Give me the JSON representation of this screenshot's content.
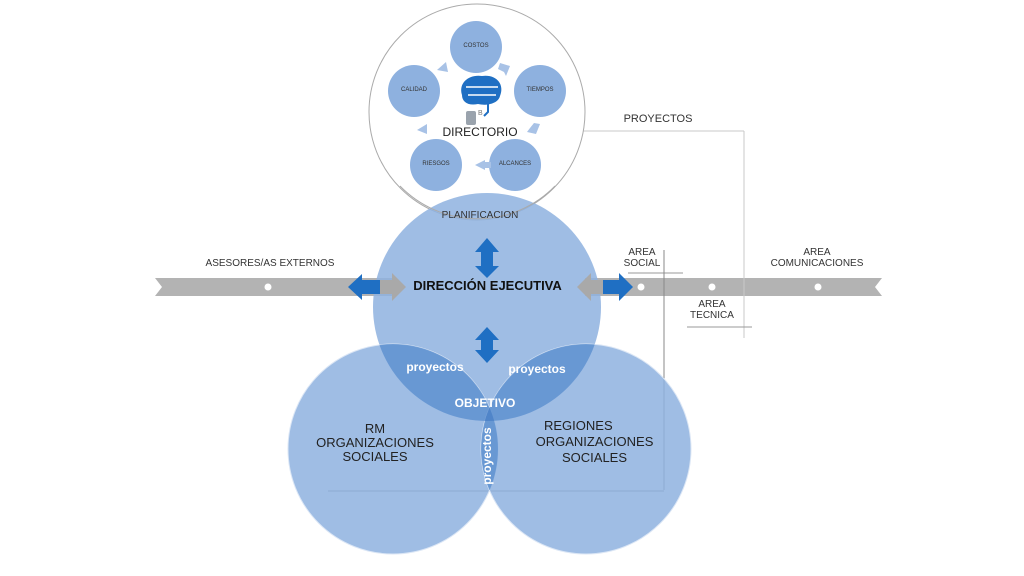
{
  "directorio": {
    "label": "DIRECTORIO",
    "cycle": [
      "COSTOS",
      "TIEMPOS",
      "ALCANCES",
      "RIESGOS",
      "CALIDAD"
    ],
    "logo_letter": "B"
  },
  "planificacion": "PLANIFICACION",
  "direccion": "DIRECCIÓN EJECUTIVA",
  "proyectos_label": "PROYECTOS",
  "left_band": {
    "label": "ASESORES/AS EXTERNOS"
  },
  "right_band": {
    "area_social": [
      "AREA",
      "SOCIAL"
    ],
    "area_tecnica": [
      "AREA",
      "TECNICA"
    ],
    "area_comunicaciones": [
      "AREA",
      "COMUNICACIONES"
    ]
  },
  "venn": {
    "overlap_left": "proyectos",
    "overlap_right": "proyectos",
    "overlap_bottom": "proyectos",
    "center": "OBJETIVO",
    "rm": [
      "RM",
      "ORGANIZACIONES",
      "SOCIALES"
    ],
    "regiones": [
      "REGIONES",
      "ORGANIZACIONES",
      "SOCIALES"
    ]
  },
  "colors": {
    "circle_fill": "#8eb1df",
    "overlap": "#5b8fcf",
    "arrow_blue": "#1f6fc3",
    "band_gray": "#b3b3b3"
  }
}
